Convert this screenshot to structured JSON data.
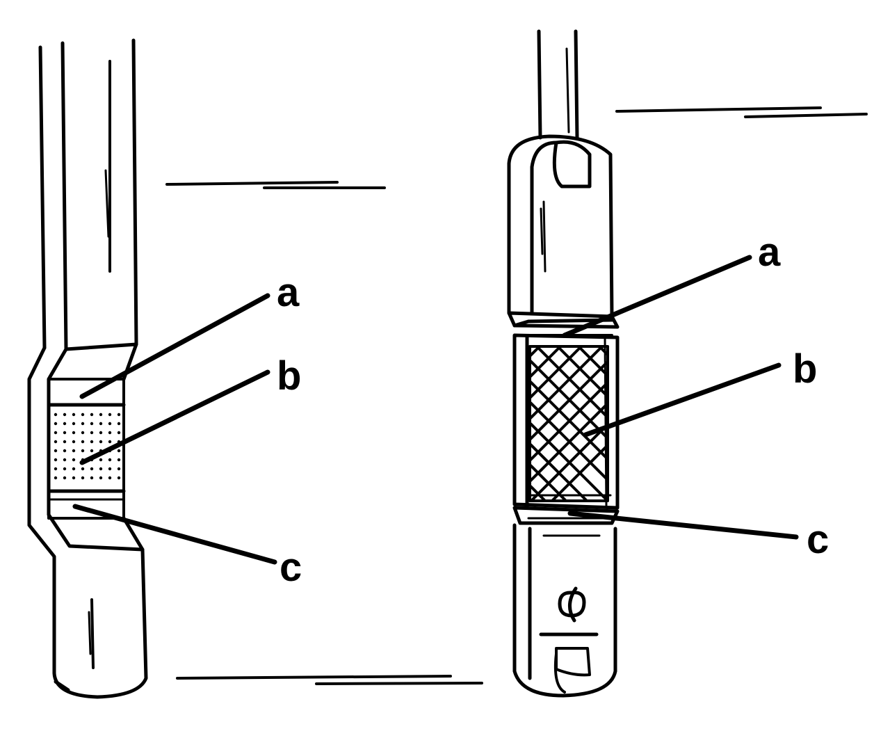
{
  "figure": {
    "left_instrument": {
      "labels": {
        "a": "a",
        "b": "b",
        "c": "c"
      }
    },
    "right_instrument": {
      "labels": {
        "a": "a",
        "b": "b",
        "c": "c"
      }
    },
    "ink_color": "#000000",
    "background_color": "#ffffff"
  }
}
